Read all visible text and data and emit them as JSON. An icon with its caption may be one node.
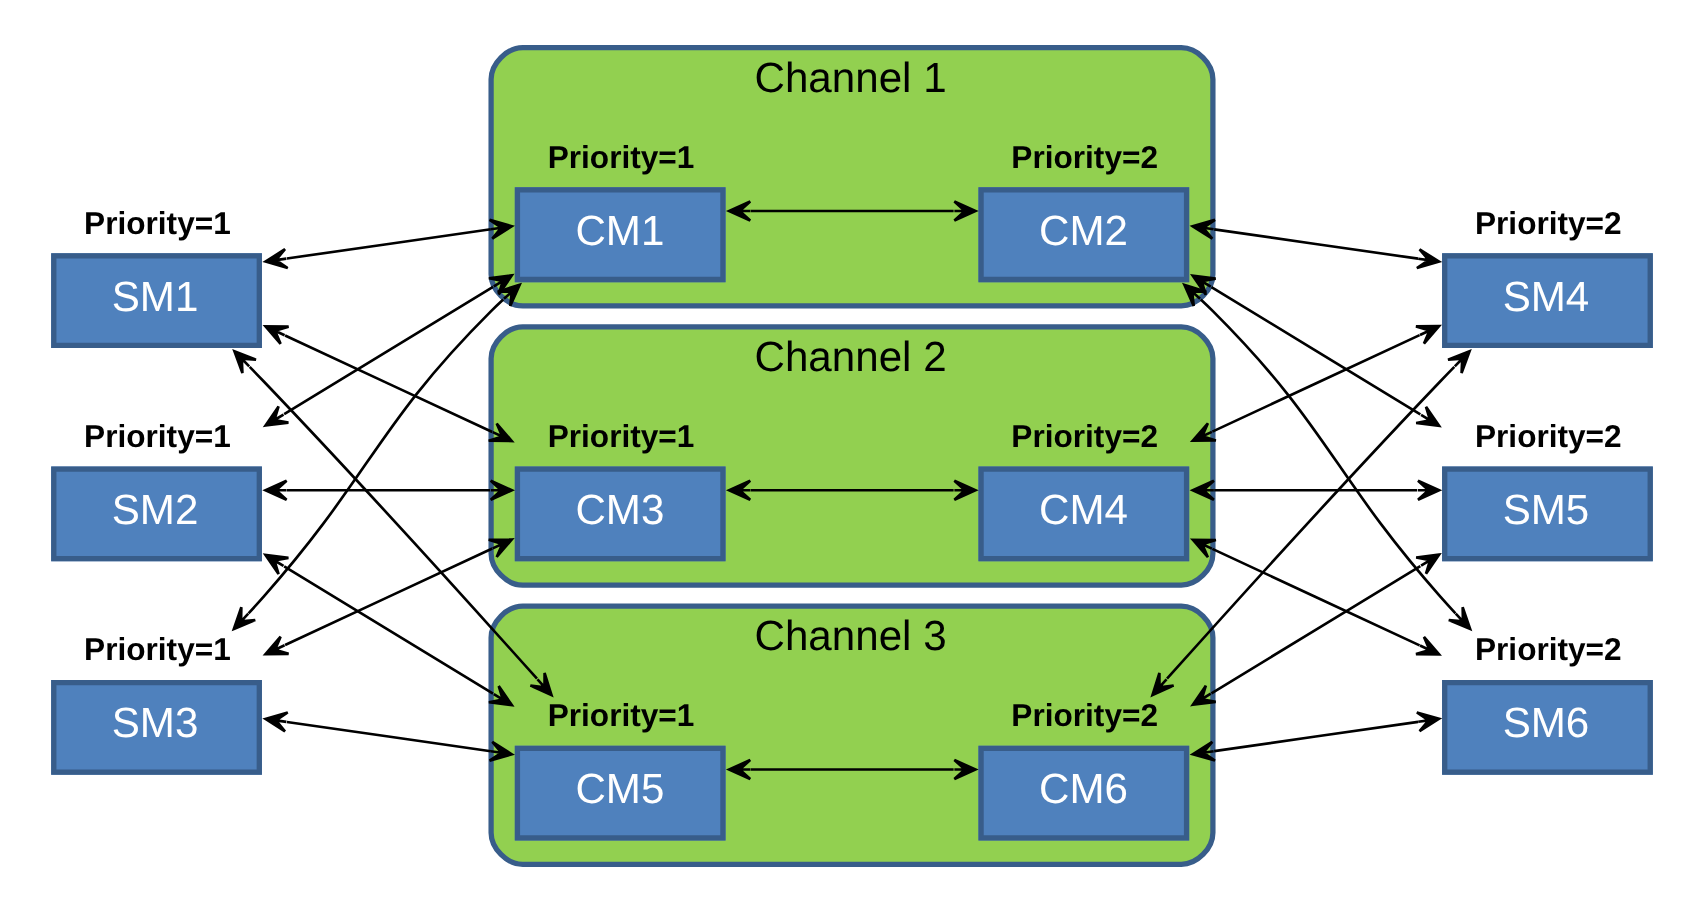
{
  "diagram": {
    "nodes": [
      {
        "text": [
          "SM1"
        ],
        "beside": [
          "Priority=1"
        ]
      },
      {
        "text": [
          "Channel 1"
        ]
      },
      {
        "text": [
          "CM1"
        ],
        "beside": [
          "Priority=1"
        ],
        "in": 1
      },
      {
        "text": [
          "CM2"
        ],
        "beside": [
          "Priority=2"
        ],
        "in": 1
      },
      {
        "text": [
          "SM4"
        ],
        "beside": [
          "Priority=2"
        ]
      },
      {
        "text": [
          "SM2"
        ],
        "beside": [
          "Priority=1"
        ]
      },
      {
        "text": [
          "Channel 2"
        ]
      },
      {
        "text": [
          "CM3"
        ],
        "beside": [
          "Priority=1"
        ],
        "in": 6
      },
      {
        "text": [
          "CM4"
        ],
        "beside": [
          "Priority=2"
        ],
        "in": 6
      },
      {
        "text": [
          "SM5"
        ],
        "beside": [
          "Priority=2"
        ]
      },
      {
        "text": [
          "SM3"
        ],
        "beside": [
          "Priority=1"
        ]
      },
      {
        "text": [
          "Channel 3"
        ]
      },
      {
        "text": [
          "CM5"
        ],
        "beside": [
          "Priority=1"
        ],
        "in": 11
      },
      {
        "text": [
          "CM6"
        ],
        "beside": [
          "Priority=2"
        ],
        "in": 11
      },
      {
        "text": [
          "SM6"
        ],
        "beside": [
          "Priority=2"
        ]
      }
    ],
    "edges": [
      {
        "from": 0,
        "to": 2,
        "arrow": "both"
      },
      {
        "from": 0,
        "to": 7,
        "arrow": "both"
      },
      {
        "from": 0,
        "to": 12,
        "arrow": "both"
      },
      {
        "from": 5,
        "to": 2,
        "arrow": "both"
      },
      {
        "from": 5,
        "to": 7,
        "arrow": "both"
      },
      {
        "from": 5,
        "to": 12,
        "arrow": "both"
      },
      {
        "from": 10,
        "to": 2,
        "arrow": "both"
      },
      {
        "from": 10,
        "to": 7,
        "arrow": "both"
      },
      {
        "from": 10,
        "to": 12,
        "arrow": "both"
      },
      {
        "from": 2,
        "to": 3,
        "arrow": "both"
      },
      {
        "from": 7,
        "to": 8,
        "arrow": "both"
      },
      {
        "from": 12,
        "to": 13,
        "arrow": "both"
      },
      {
        "from": 3,
        "to": 4,
        "arrow": "both"
      },
      {
        "from": 3,
        "to": 9,
        "arrow": "both"
      },
      {
        "from": 3,
        "to": 14,
        "arrow": "both"
      },
      {
        "from": 8,
        "to": 4,
        "arrow": "both"
      },
      {
        "from": 8,
        "to": 9,
        "arrow": "both"
      },
      {
        "from": 8,
        "to": 14,
        "arrow": "both"
      },
      {
        "from": 13,
        "to": 4,
        "arrow": "both"
      },
      {
        "from": 13,
        "to": 9,
        "arrow": "both"
      },
      {
        "from": 13,
        "to": 14,
        "arrow": "both"
      }
    ]
  }
}
